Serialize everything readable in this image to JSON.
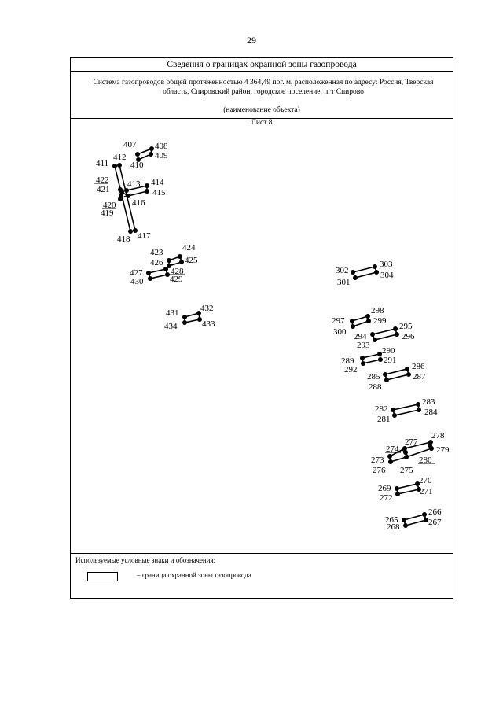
{
  "page_number": "29",
  "title": "Сведения о границах охранной зоны газопровода",
  "object": {
    "description": "Система газопроводов общей протяженностью 4 364,49 пог. м, расположенная по адресу: Россия, Тверская область, Спировский район, городское поселение, пгт Спирово",
    "caption": "(наименование объекта)"
  },
  "sheet_label": "Лист 8",
  "legend": {
    "title": "Используемые условные знаки и обозначения:",
    "items": [
      {
        "text": "–  граница охранной зоны газопровода"
      }
    ]
  },
  "point_labels": [
    "407",
    "408",
    "409",
    "410",
    "411",
    "412",
    "413",
    "414",
    "415",
    "416",
    "417",
    "418",
    "419",
    "420",
    "421",
    "422",
    "423",
    "424",
    "425",
    "426",
    "427",
    "428",
    "429",
    "430",
    "431",
    "432",
    "433",
    "434",
    "301",
    "302",
    "303",
    "304",
    "293",
    "294",
    "295",
    "296",
    "297",
    "298",
    "299",
    "300",
    "285",
    "286",
    "287",
    "288",
    "289",
    "290",
    "291",
    "292",
    "281",
    "282",
    "283",
    "284",
    "273",
    "274",
    "275",
    "276",
    "277",
    "278",
    "279",
    "280",
    "269",
    "270",
    "271",
    "272",
    "265",
    "266",
    "267",
    "268"
  ]
}
